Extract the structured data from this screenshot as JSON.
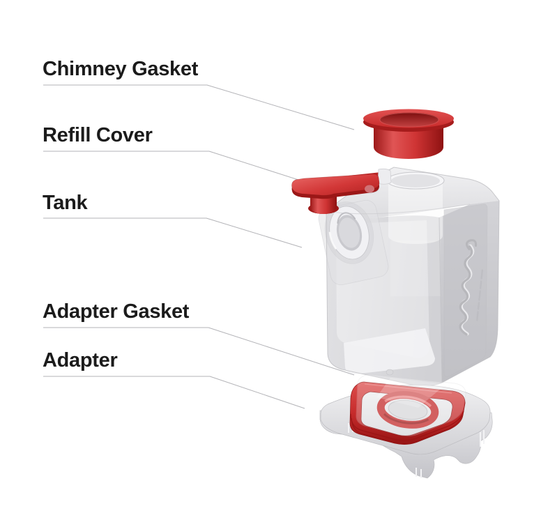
{
  "diagram": {
    "labels": [
      {
        "text": "Chimney Gasket"
      },
      {
        "text": "Refill Cover"
      },
      {
        "text": "Tank"
      },
      {
        "text": "Adapter Gasket"
      },
      {
        "text": "Adapter"
      }
    ],
    "colors": {
      "accent_red": "#d02f2f",
      "accent_red_dark": "#9c1616",
      "plastic_grey": "#d9d9dc",
      "plastic_grey_dark": "#c6c6cb",
      "leader_line": "#b3b3b7",
      "label_text": "#1b1b1b",
      "background": "#ffffff"
    }
  }
}
